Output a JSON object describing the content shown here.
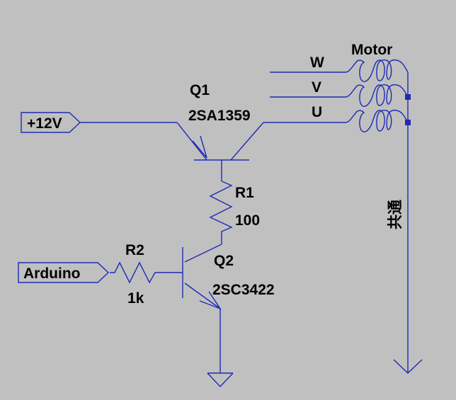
{
  "diagram": {
    "background": "#c0c0c0",
    "wire_color": "#1f2bb4",
    "text_color": "#000000",
    "ports": {
      "supply": "+12V",
      "input": "Arduino"
    },
    "components": {
      "q1": {
        "ref": "Q1",
        "part": "2SA1359"
      },
      "q2": {
        "ref": "Q2",
        "part": "2SC3422"
      },
      "r1": {
        "ref": "R1",
        "value": "100"
      },
      "r2": {
        "ref": "R2",
        "value": "1k"
      }
    },
    "motor": {
      "label": "Motor",
      "phases": [
        "W",
        "V",
        "U"
      ]
    },
    "common_label": "共通"
  }
}
